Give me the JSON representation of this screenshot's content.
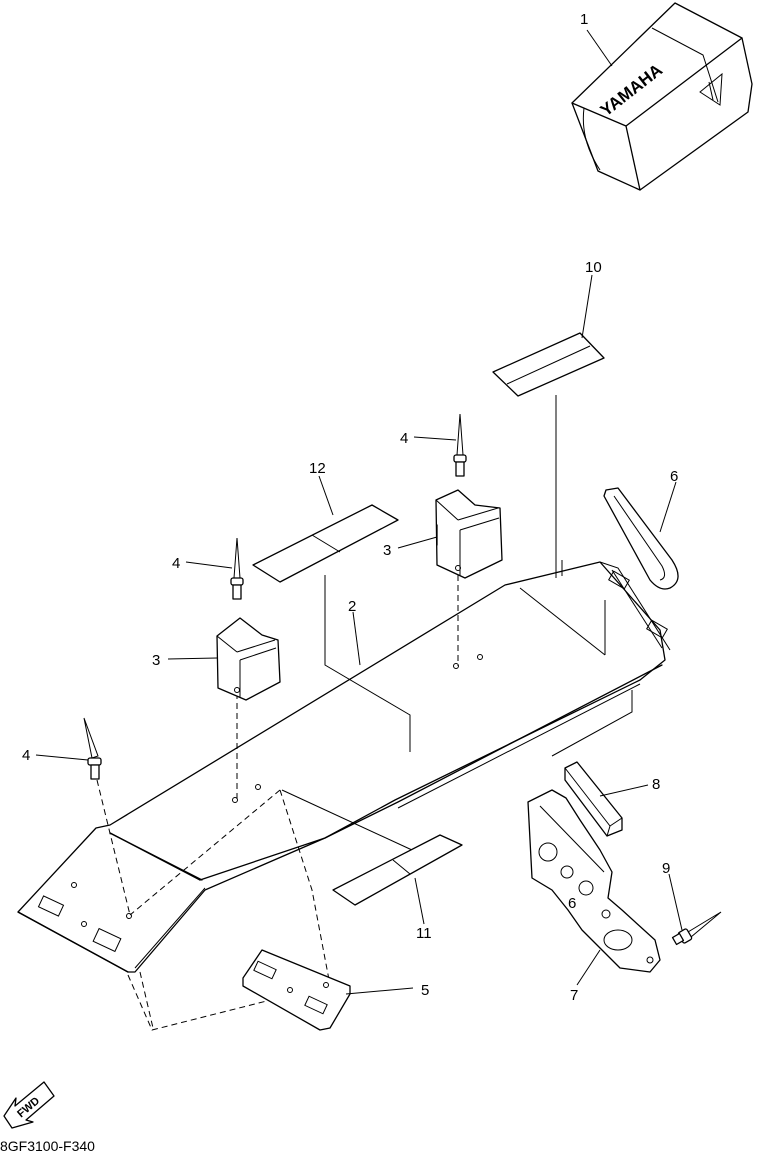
{
  "diagram": {
    "brand_text": "YAMAHA",
    "fwd_text": "FWD",
    "part_code": "8GF3100-F340",
    "callouts": [
      "1",
      "2",
      "3",
      "3",
      "4",
      "4",
      "4",
      "5",
      "6",
      "6",
      "7",
      "8",
      "9",
      "10",
      "11",
      "12"
    ]
  }
}
